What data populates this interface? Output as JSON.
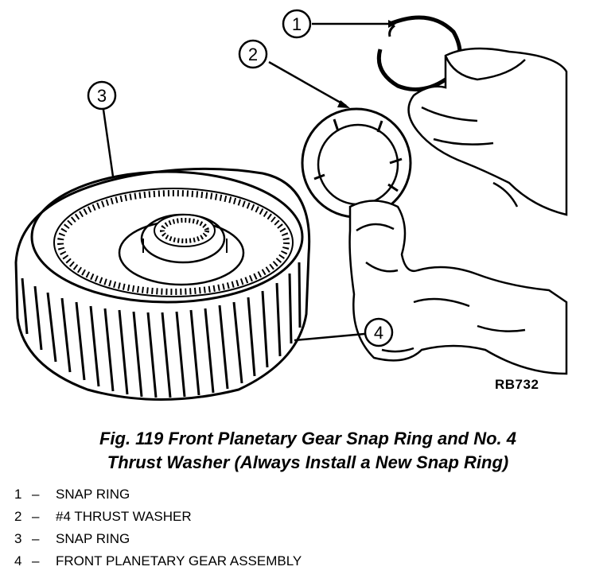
{
  "figure": {
    "reference_id": "RB732",
    "caption_line1": "Fig. 119 Front Planetary Gear Snap Ring and No. 4",
    "caption_line2": "Thrust Washer (Always Install a New Snap Ring)"
  },
  "callouts": [
    {
      "number": "1"
    },
    {
      "number": "2"
    },
    {
      "number": "3"
    },
    {
      "number": "4"
    }
  ],
  "legend": [
    {
      "number": "1",
      "dash": "–",
      "label": "SNAP RING"
    },
    {
      "number": "2",
      "dash": "–",
      "label": "#4 THRUST WASHER"
    },
    {
      "number": "3",
      "dash": "–",
      "label": "SNAP RING"
    },
    {
      "number": "4",
      "dash": "–",
      "label": "FRONT PLANETARY GEAR ASSEMBLY"
    }
  ]
}
